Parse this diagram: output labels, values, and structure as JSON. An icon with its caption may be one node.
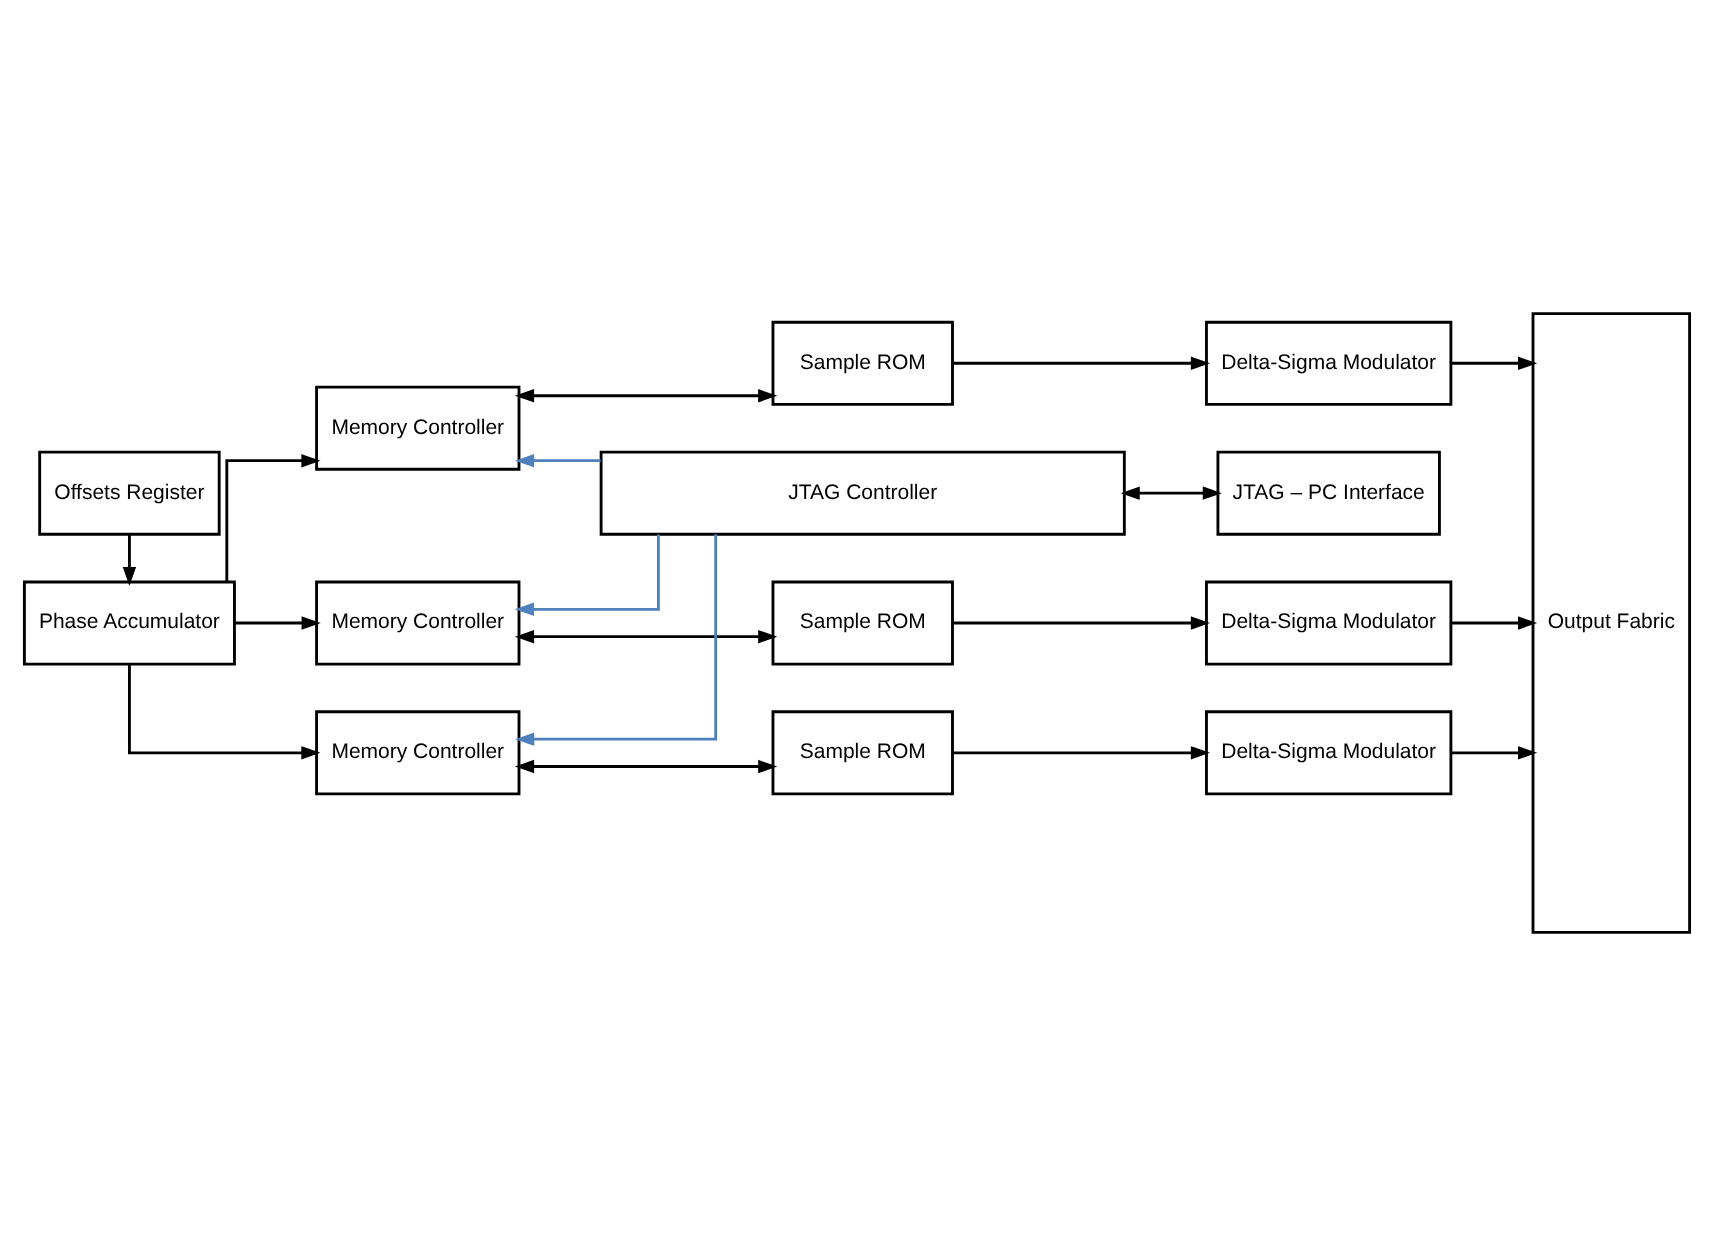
{
  "diagram": {
    "nodes": [
      {
        "text": [
          "Offsets Register"
        ]
      },
      {
        "text": [
          "Phase Accumulator"
        ]
      },
      {
        "text": [
          "Memory Controller"
        ]
      },
      {
        "text": [
          "Sample ROM"
        ]
      },
      {
        "text": [
          "Delta-Sigma Modulator"
        ]
      },
      {
        "text": [
          "Memory Controller"
        ]
      },
      {
        "text": [
          "Sample ROM"
        ]
      },
      {
        "text": [
          "Delta-Sigma Modulator"
        ]
      },
      {
        "text": [
          "Memory Controller"
        ]
      },
      {
        "text": [
          "Sample ROM"
        ]
      },
      {
        "text": [
          "Delta-Sigma Modulator"
        ]
      },
      {
        "text": [
          "Output Fabric"
        ]
      },
      {
        "text": [
          "JTAG Controller"
        ]
      },
      {
        "text": [
          "JTAG – PC Interface"
        ]
      }
    ],
    "edges": [
      {
        "from": 0,
        "to": 1,
        "arrow": "to"
      },
      {
        "from": 1,
        "to": 2,
        "arrow": "to"
      },
      {
        "from": 1,
        "to": 5,
        "arrow": "to"
      },
      {
        "from": 1,
        "to": 8,
        "arrow": "to"
      },
      {
        "from": 2,
        "to": 3,
        "arrow": "both"
      },
      {
        "from": 3,
        "to": 4,
        "arrow": "to"
      },
      {
        "from": 5,
        "to": 6,
        "arrow": "both"
      },
      {
        "from": 6,
        "to": 7,
        "arrow": "to"
      },
      {
        "from": 8,
        "to": 9,
        "arrow": "both"
      },
      {
        "from": 9,
        "to": 10,
        "arrow": "to"
      },
      {
        "from": 4,
        "to": 11,
        "arrow": "to"
      },
      {
        "from": 7,
        "to": 11,
        "arrow": "to"
      },
      {
        "from": 10,
        "to": 11,
        "arrow": "to"
      },
      {
        "from": 12,
        "to": 8,
        "arrow": "to",
        "color": "#4f81bd"
      },
      {
        "from": 12,
        "to": 5,
        "arrow": "to",
        "color": "#4f81bd"
      },
      {
        "from": 12,
        "to": 2,
        "arrow": "to",
        "color": "#4f81bd"
      },
      {
        "from": 12,
        "to": 13,
        "arrow": "both"
      }
    ]
  }
}
